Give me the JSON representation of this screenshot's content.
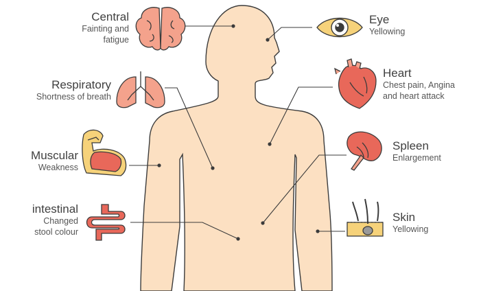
{
  "colors": {
    "skin": "#fce0c2",
    "outline": "#3b3b3b",
    "organ_red": "#e8685a",
    "organ_pink": "#f4a28c",
    "eye_yellow": "#f6d27a",
    "leader": "#3b3b3b"
  },
  "labels": {
    "central": {
      "title": "Central",
      "subtitle": "Fainting and\nfatigue",
      "icon": "brain-icon"
    },
    "respiratory": {
      "title": "Respiratory",
      "subtitle": "Shortness of breath",
      "icon": "lungs-icon"
    },
    "muscular": {
      "title": "Muscular",
      "subtitle": "Weakness",
      "icon": "flexed-arm-icon"
    },
    "intestinal": {
      "title": "intestinal",
      "subtitle": "Changed\nstool colour",
      "icon": "intestine-icon"
    },
    "eye": {
      "title": "Eye",
      "subtitle": "Yellowing",
      "icon": "eye-icon"
    },
    "heart": {
      "title": "Heart",
      "subtitle": "Chest pain, Angina\nand heart attack",
      "icon": "heart-icon"
    },
    "spleen": {
      "title": "Spleen",
      "subtitle": "Enlargement",
      "icon": "spleen-icon"
    },
    "skin": {
      "title": "Skin",
      "subtitle": "Yellowing",
      "icon": "skin-hair-icon"
    }
  }
}
